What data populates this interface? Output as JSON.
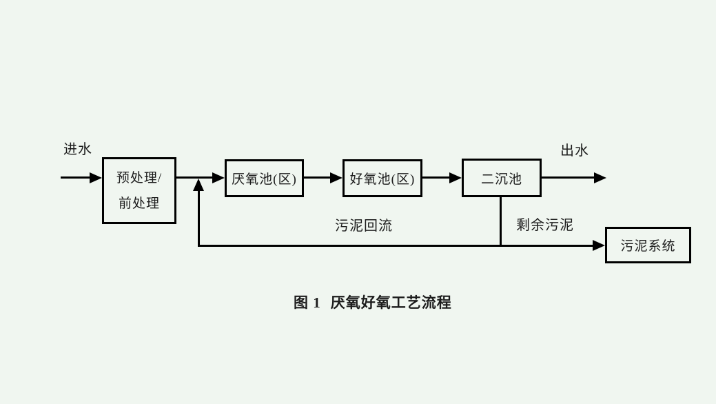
{
  "colors": {
    "background": "#f0f6f0",
    "line": "#000000",
    "text": "#1c1c1c"
  },
  "diagram": {
    "influent_label": "进水",
    "effluent_label": "出水",
    "sludge_return_label": "污泥回流",
    "excess_sludge_label": "剩余污泥",
    "nodes": {
      "pretreatment": {
        "line1": "预处理/",
        "line2": "前处理"
      },
      "anaerobic": "厌氧池(区)",
      "aerobic": "好氧池(区)",
      "secondary_clarifier": "二沉池",
      "sludge_system": "污泥系统"
    },
    "caption": {
      "figure_label": "图 1",
      "figure_title": "厌氧好氧工艺流程"
    }
  }
}
